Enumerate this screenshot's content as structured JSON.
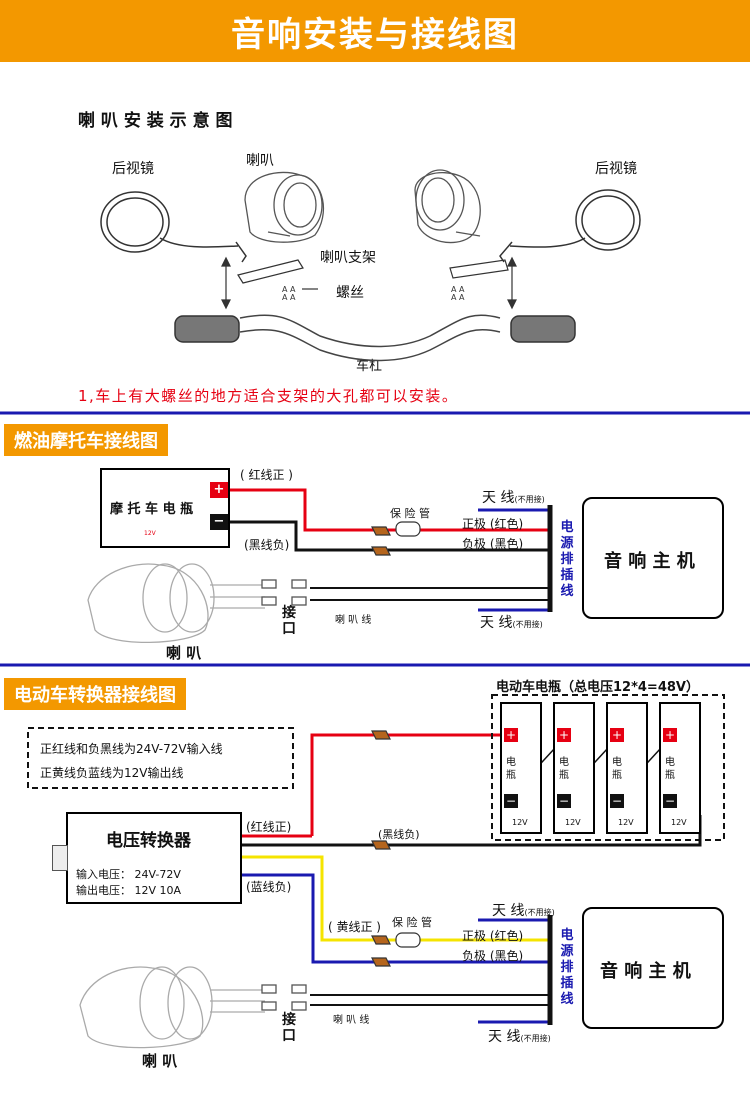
{
  "header": {
    "title": "音响安装与接线图"
  },
  "install": {
    "title": "喇 叭 安 装 示 意 图",
    "mirror_left": "后视镜",
    "mirror_right": "后视镜",
    "speaker": "喇叭",
    "bracket": "喇叭支架",
    "screw": "螺丝",
    "handlebar": "车杠",
    "note": "1,车上有大螺丝的地方适合支架的大孔都可以安装。"
  },
  "fuel": {
    "section_title": "燃油摩托车接线图",
    "battery": "摩 托 车 电 瓶",
    "battery_small": "12V",
    "plus": "+",
    "minus": "−",
    "red_wire": "( 红线正 )",
    "black_wire": "(黑线负)",
    "fuse": "保 险 管",
    "pos": "正极 (红色)",
    "neg": "负极 (黑色)",
    "antenna_top": "天 线",
    "antenna_top_note": "(不用接)",
    "antenna_bottom": "天 线",
    "antenna_bottom_note": "(不用接)",
    "power_strip": [
      "电",
      "源",
      "排",
      "插",
      "线"
    ],
    "host": "音 响 主 机",
    "port": [
      "接",
      "口"
    ],
    "speaker_wire": "喇 叭 线",
    "speaker": "喇 叭"
  },
  "electric": {
    "section_title": "电动车转换器接线图",
    "battery_title": "电动车电瓶（总电压12*4=48V）",
    "note1": "正红线和负黑线为24V-72V输入线",
    "note2": "正黄线负蓝线为12V输出线",
    "converter": "电压转换器",
    "input": "输入电压： 24V-72V",
    "output": "输出电压： 12V   10A",
    "red_wire": "(红线正)",
    "black_wire": "(黑线负)",
    "blue_wire": "(蓝线负)",
    "yellow_wire": "( 黄线正 )",
    "fuse": "保 险 管",
    "pos": "正极 (红色)",
    "neg": "负极 (黑色)",
    "antenna_top": "天 线",
    "antenna_top_note": "(不用接)",
    "antenna_bottom": "天 线",
    "antenna_bottom_note": "(不用接)",
    "power_strip": [
      "电",
      "源",
      "排",
      "插",
      "线"
    ],
    "host": "音 响 主 机",
    "port": [
      "接",
      "口"
    ],
    "speaker_wire": "喇 叭 线",
    "speaker": "喇 叭",
    "cell_label": [
      "电",
      "瓶"
    ],
    "cell_voltage": "12V",
    "plus": "+",
    "minus": "−"
  },
  "colors": {
    "accent": "#f39800",
    "red": "#e60012",
    "blue": "#1a1aa0",
    "yellow": "#f5e400",
    "divider": "#1a1ab0"
  }
}
